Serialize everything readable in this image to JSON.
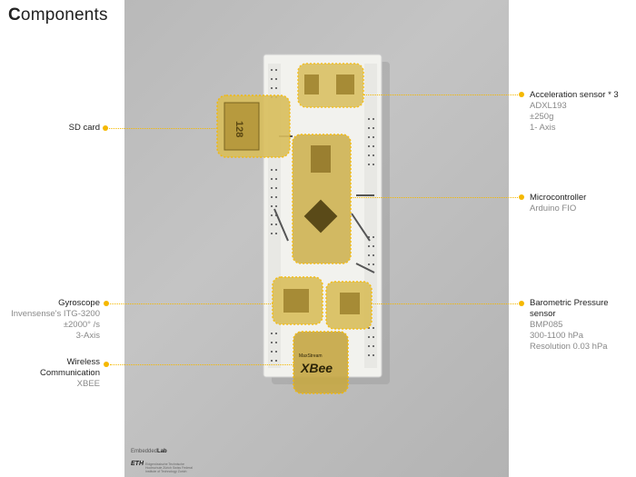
{
  "title": {
    "first": "C",
    "rest": "omponents"
  },
  "labels": {
    "sd": {
      "name": "SD card"
    },
    "accel": {
      "name": "Acceleration sensor * 3",
      "lines": [
        "ADXL193",
        "±250g",
        "1- Axis"
      ]
    },
    "micro": {
      "name": "Microcontroller",
      "lines": [
        "Arduino FIO"
      ]
    },
    "gyro": {
      "name": "Gyroscope",
      "lines": [
        "Invensense's ITG-3200",
        "±2000° /s",
        "3-Axis"
      ]
    },
    "baro": {
      "name_lines": [
        "Barometric Pressure",
        "sensor"
      ],
      "lines": [
        "BMP085",
        "300-1100 hPa",
        "Resolution 0.03 hPa"
      ]
    },
    "wireless": {
      "name_lines": [
        "Wireless",
        "Communication"
      ],
      "lines": [
        "XBEE"
      ]
    }
  },
  "photo_marks": {
    "sd_card_text": "128",
    "xbee_text": "XBee",
    "maxstream_text": "MaxStream"
  },
  "footer": {
    "lab_prefix": "Embedded",
    "lab_suffix": "Lab",
    "eth": "ETH",
    "eth_sub": "Eidgenössische Technische Hochschule Zürich Swiss Federal Institute of Technology Zurich"
  },
  "colors": {
    "accent": "#f5b800",
    "highlight": "#e6c95a"
  }
}
